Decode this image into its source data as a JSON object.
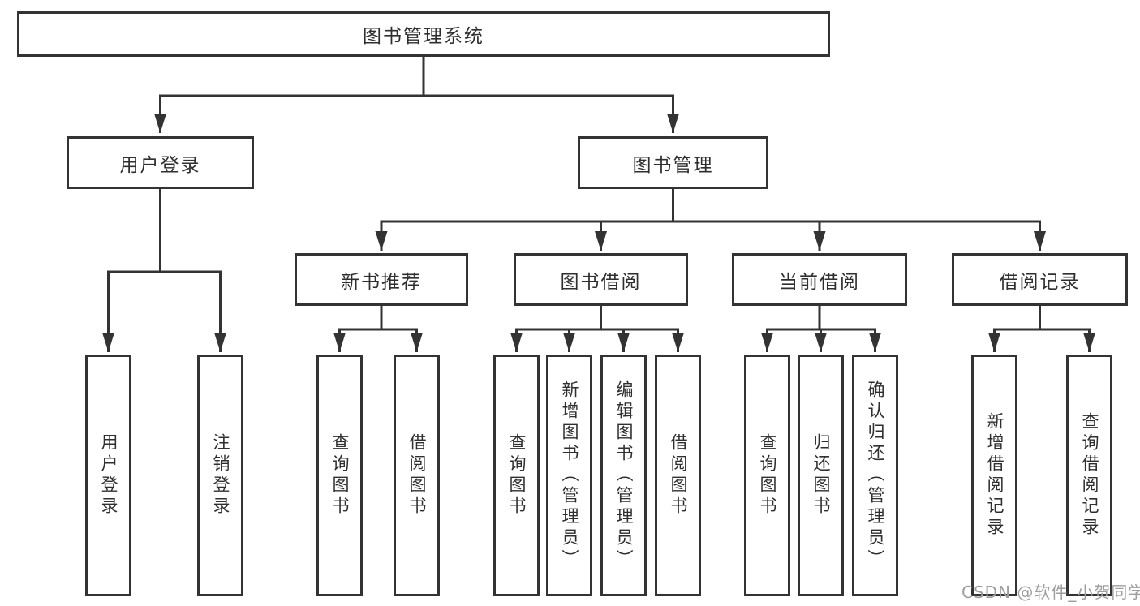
{
  "diagram": {
    "root": {
      "label": "图书管理系统"
    },
    "level2": [
      {
        "id": "user-login",
        "label": "用户登录"
      },
      {
        "id": "book-management",
        "label": "图书管理"
      }
    ],
    "level3": [
      {
        "id": "new-book-recommend",
        "label": "新书推荐"
      },
      {
        "id": "book-borrowing",
        "label": "图书借阅"
      },
      {
        "id": "current-borrowing",
        "label": "当前借阅"
      },
      {
        "id": "borrowing-records",
        "label": "借阅记录"
      }
    ],
    "leaves": {
      "user_login": [
        {
          "label": "用户登录"
        },
        {
          "label": "注销登录"
        }
      ],
      "new_book": [
        {
          "label": "查询图书"
        },
        {
          "label": "借阅图书"
        }
      ],
      "book_borrow": [
        {
          "label": "查询图书"
        },
        {
          "label": "新增图书（管理员）"
        },
        {
          "label": "编辑图书（管理员）"
        },
        {
          "label": "借阅图书"
        }
      ],
      "current_borrow": [
        {
          "label": "查询图书"
        },
        {
          "label": "归还图书"
        },
        {
          "label": "确认归还（管理员）"
        }
      ],
      "borrow_record": [
        {
          "label": "新增借阅记录"
        },
        {
          "label": "查询借阅记录"
        }
      ]
    },
    "colors": {
      "line": "#333333",
      "text": "#2f2f2f",
      "background": "#ffffff",
      "watermark": "#9e9e9e"
    },
    "watermark": {
      "text": "CSDN @软件_小贺同学"
    }
  }
}
